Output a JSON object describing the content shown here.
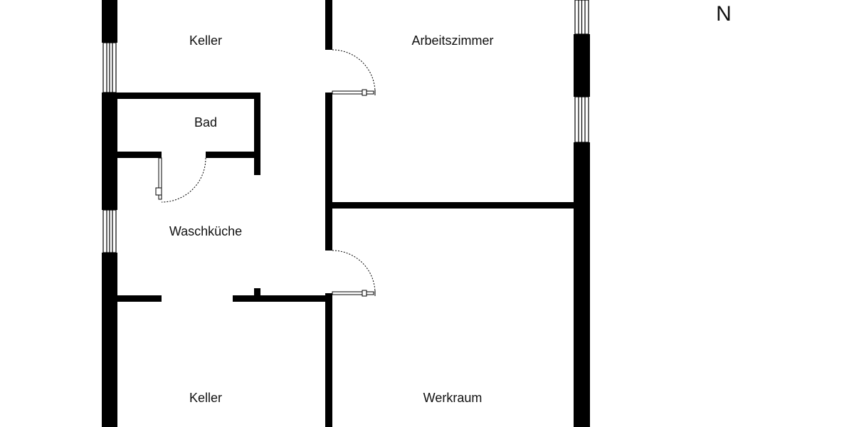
{
  "rooms": {
    "keller_top": "Keller",
    "arbeitszimmer": "Arbeitszimmer",
    "bad": "Bad",
    "waschkueche": "Waschküche",
    "keller_bottom": "Keller",
    "werkraum": "Werkraum"
  },
  "compass": {
    "north": "N"
  },
  "colors": {
    "wall": "#000000",
    "background": "#ffffff"
  }
}
